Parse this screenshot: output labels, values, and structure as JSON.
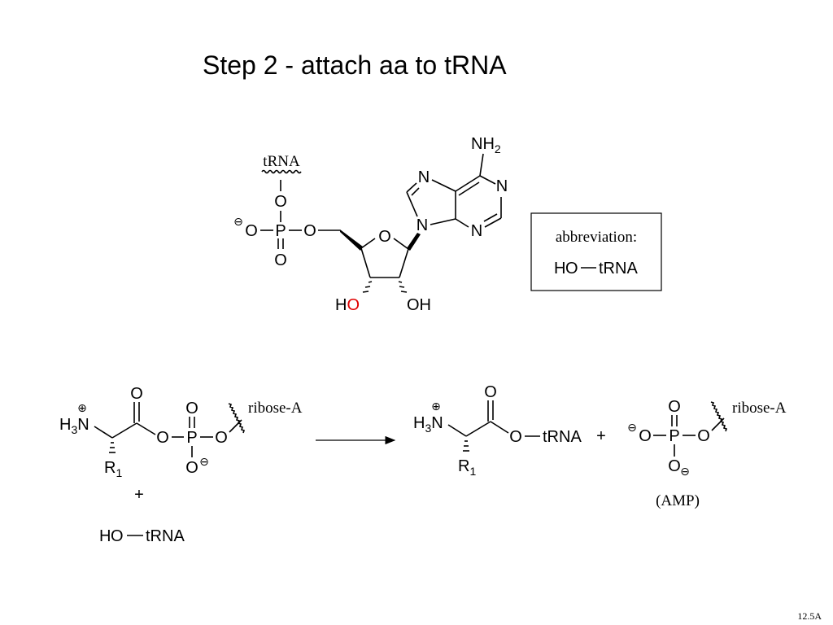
{
  "title": "Step 2 - attach aa to tRNA",
  "slide_number": "12.5A",
  "colors": {
    "oxygen_red": "#e00000",
    "oxygen_blue": "#1515d8",
    "text": "#000000"
  },
  "trna_adenosine": {
    "trna_label": "tRNA",
    "phosphate_o_top": "O",
    "phosphate_o_left": "O",
    "phosphate_p": "P",
    "phosphate_o_right": "O",
    "phosphate_o_bottom": "O",
    "ring_o": "O",
    "nh2_main": "NH",
    "nh2_sub": "2",
    "n7": "N",
    "n1": "N",
    "n9": "N",
    "n3": "N",
    "ho_h": "H",
    "ho_o": "O",
    "oh": "OH"
  },
  "abbreviation_box": {
    "label": "abbreviation:",
    "h": "H",
    "o": "O",
    "trna": "tRNA"
  },
  "reactant": {
    "carbonyl_o": "O",
    "amine_h": "H",
    "amine_sub": "3",
    "amine_n": "N",
    "r_main": "R",
    "r_sub": "1",
    "bridge_o": "O",
    "p": "P",
    "p_o_top": "O",
    "p_o_right": "O",
    "p_o_bottom": "O",
    "ribose_label": "ribose-A"
  },
  "plus_left": "+",
  "trna_reactant": {
    "h": "H",
    "o": "O",
    "trna": "tRNA"
  },
  "product": {
    "carbonyl_o": "O",
    "amine_h": "H",
    "amine_sub": "3",
    "amine_n": "N",
    "r_main": "R",
    "r_sub": "1",
    "ester_o": "O",
    "trna": "tRNA"
  },
  "plus_right": "+",
  "amp": {
    "o_left": "O",
    "p": "P",
    "o_top": "O",
    "o_right": "O",
    "o_bottom": "O",
    "ribose_label": "ribose-A",
    "name": "(AMP)"
  }
}
